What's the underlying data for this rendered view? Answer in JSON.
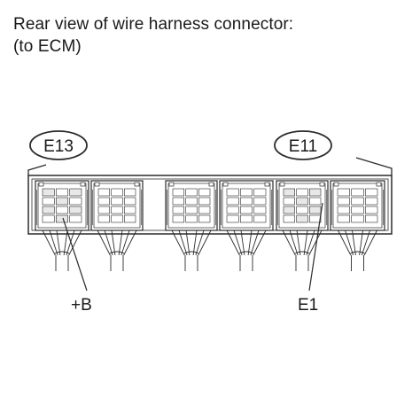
{
  "caption": {
    "line1": "Rear view of wire harness connector:",
    "line2": "(to ECM)"
  },
  "connectors": {
    "left": "E13",
    "right": "E11"
  },
  "pins": {
    "b_plus": "+B",
    "e1": "E1"
  },
  "colors": {
    "stroke": "#2b2b2b",
    "background": "#ffffff",
    "text": "#1a1a1a"
  }
}
